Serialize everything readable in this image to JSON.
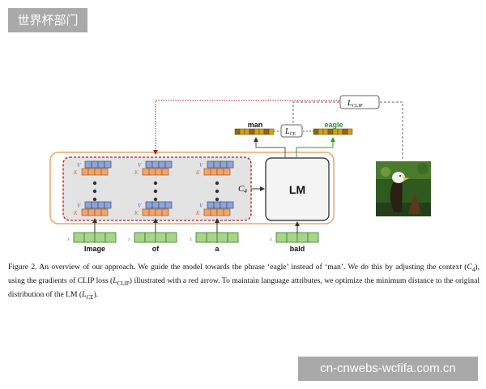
{
  "watermarks": {
    "top_left": "世界杯部门",
    "bottom_right": "cn-cnwebs-wcfifa.com.cn"
  },
  "figure": {
    "tokens": [
      "Image",
      "of",
      "a",
      "bald"
    ],
    "lm_label": "LM",
    "context_label": "C",
    "context_sub": "4",
    "ce_label": "L",
    "ce_sub": "CE",
    "clip_label": "L",
    "clip_sub": "CLIP",
    "word_man": "man",
    "word_eagle": "eagle",
    "v_label": "V",
    "k_label": "K",
    "x_label": "x"
  },
  "caption": {
    "part1": "Figure 2.  An overview of our approach.  We guide the model towards the phrase ‘eagle’ instead of ‘man’.  We do this by adjusting the context (",
    "c4": "C",
    "c4_sub": "4",
    "part2": "), using the gradients of CLIP loss (",
    "clip": "L",
    "clip_sub": "CLIP",
    "part3": ") illustrated with a red arrow.  To maintain language attributes, we optimize the minimum distance to the original distribution of the LM (",
    "ce": "L",
    "ce_sub": "CE",
    "part4": ")."
  },
  "colors": {
    "orange_box": "#e9a868",
    "red_arrow": "#b21a1a",
    "green_token": "#a6d68a",
    "blue_v": "#8ea5d6",
    "orange_k": "#f2a46b",
    "gold_cell": "#d4a017"
  }
}
